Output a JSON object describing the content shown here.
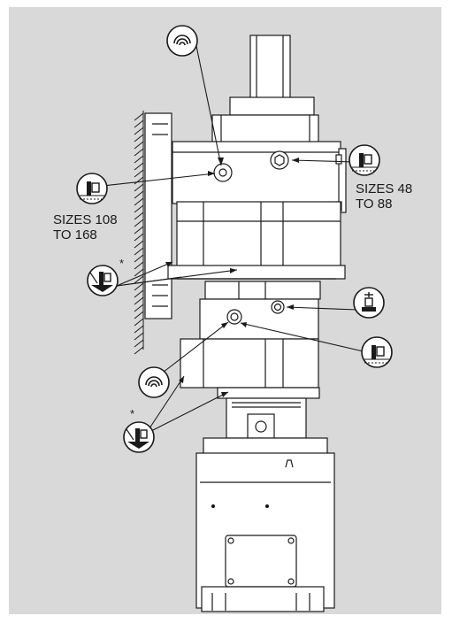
{
  "labels": {
    "sizes_large_line1": "SIZES 108",
    "sizes_large_line2": "TO 168",
    "sizes_small_line1": "SIZES 48",
    "sizes_small_line2": "TO 88",
    "asterisk_upper": "*",
    "asterisk_lower": "*"
  },
  "symbols": {
    "vent": "vent-plug-icon",
    "level": "oil-level-plug-icon",
    "drain": "oil-drain-plug-icon",
    "fill": "oil-fill-plug-icon"
  },
  "colors": {
    "background_panel": "#d9d9d9",
    "line": "#1a1a1a",
    "body_fill": "#ffffff"
  }
}
